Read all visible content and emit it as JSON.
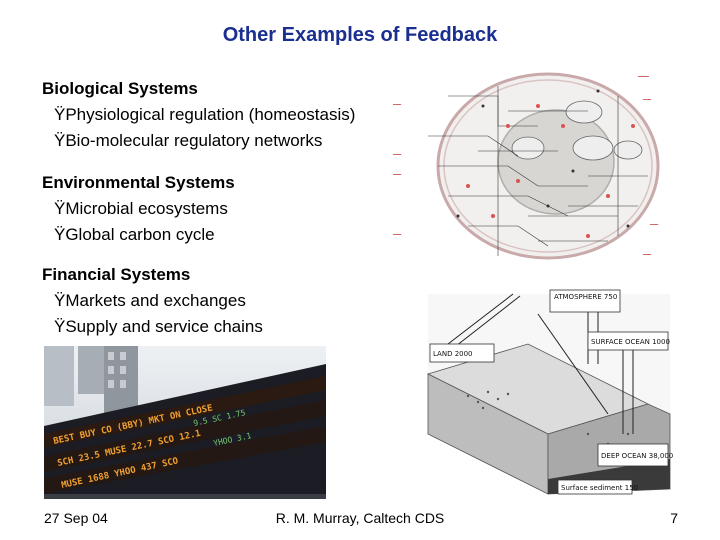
{
  "slide": {
    "title": "Other Examples of Feedback",
    "sections": [
      {
        "heading": "Biological Systems",
        "items": [
          "ŸPhysiological regulation (homeostasis)",
          "ŸBio-molecular regulatory networks"
        ]
      },
      {
        "heading": "Environmental Systems",
        "items": [
          "ŸMicrobial ecosystems",
          "ŸGlobal carbon cycle"
        ]
      },
      {
        "heading": "Financial Systems",
        "items": [
          "ŸMarkets and exchanges",
          "ŸSupply and service chains"
        ]
      }
    ]
  },
  "footer": {
    "date": "27 Sep 04",
    "author": "R. M. Murray, Caltech CDS",
    "page": "7"
  },
  "figures": {
    "carbon_cycle": {
      "labels": {
        "atmosphere": "ATMOSPHERE 750",
        "land": "LAND 2000",
        "surface_ocean": "SURFACE OCEAN 1000",
        "deep_ocean": "DEEP OCEAN 38,000",
        "sediment": "Surface sediment 150"
      }
    }
  }
}
